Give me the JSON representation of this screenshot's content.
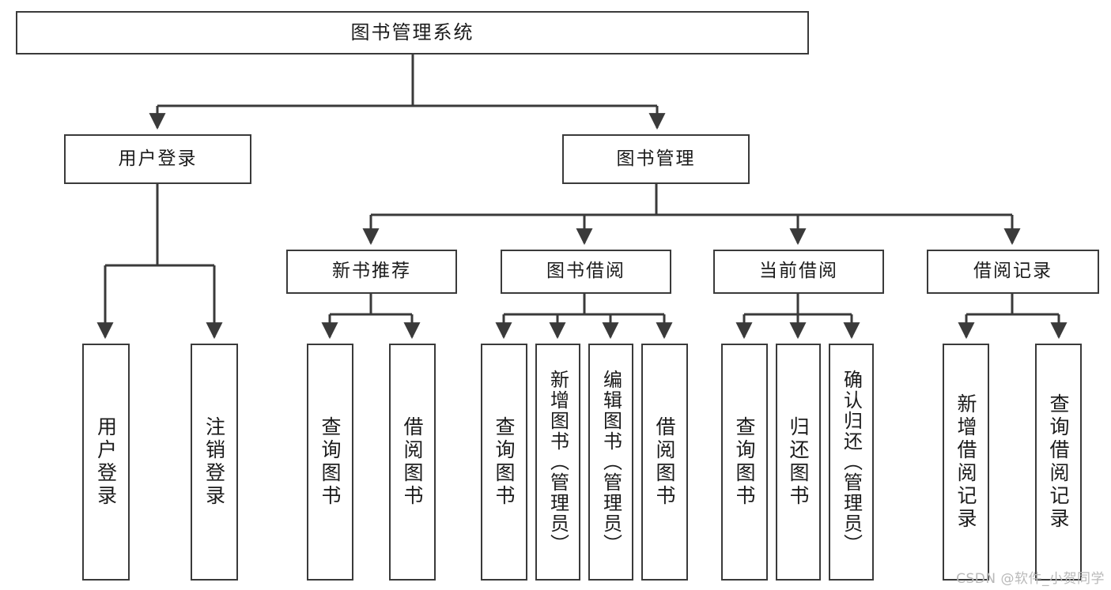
{
  "diagram": {
    "title": "图书管理系统",
    "type": "tree",
    "root": {
      "id": "root",
      "label": "图书管理系统",
      "orientation": "horizontal"
    },
    "level2": [
      {
        "id": "user-login",
        "label": "用户登录",
        "orientation": "horizontal"
      },
      {
        "id": "book-manage",
        "label": "图书管理",
        "orientation": "horizontal"
      }
    ],
    "level3": [
      {
        "id": "new-book-rec",
        "label": "新书推荐",
        "orientation": "horizontal",
        "parent": "book-manage"
      },
      {
        "id": "book-borrow",
        "label": "图书借阅",
        "orientation": "horizontal",
        "parent": "book-manage"
      },
      {
        "id": "current-borrow",
        "label": "当前借阅",
        "orientation": "horizontal",
        "parent": "book-manage"
      },
      {
        "id": "borrow-record",
        "label": "借阅记录",
        "orientation": "horizontal",
        "parent": "book-manage"
      }
    ],
    "leaves": [
      {
        "id": "leaf-user-login",
        "label": "用户登录",
        "parent": "user-login"
      },
      {
        "id": "leaf-logout",
        "label": "注销登录",
        "parent": "user-login"
      },
      {
        "id": "leaf-query-book-1",
        "label": "查询图书",
        "parent": "new-book-rec"
      },
      {
        "id": "leaf-borrow-book-1",
        "label": "借阅图书",
        "parent": "new-book-rec"
      },
      {
        "id": "leaf-query-book-2",
        "label": "查询图书",
        "parent": "book-borrow"
      },
      {
        "id": "leaf-add-book",
        "label": "新增图书（管理员）",
        "parent": "book-borrow"
      },
      {
        "id": "leaf-edit-book",
        "label": "编辑图书（管理员）",
        "parent": "book-borrow"
      },
      {
        "id": "leaf-borrow-book-2",
        "label": "借阅图书",
        "parent": "book-borrow"
      },
      {
        "id": "leaf-query-book-3",
        "label": "查询图书",
        "parent": "current-borrow"
      },
      {
        "id": "leaf-return-book",
        "label": "归还图书",
        "parent": "current-borrow"
      },
      {
        "id": "leaf-confirm-return",
        "label": "确认归还（管理员）",
        "parent": "current-borrow"
      },
      {
        "id": "leaf-add-record",
        "label": "新增借阅记录",
        "parent": "borrow-record"
      },
      {
        "id": "leaf-query-record",
        "label": "查询借阅记录",
        "parent": "borrow-record"
      }
    ],
    "colors": {
      "stroke": "#3a3a3a",
      "text": "#1b1b1b",
      "background": "#ffffff",
      "watermark": "#b9b9b9"
    }
  },
  "watermark": {
    "text": "CSDN @软件_小贺同学"
  }
}
